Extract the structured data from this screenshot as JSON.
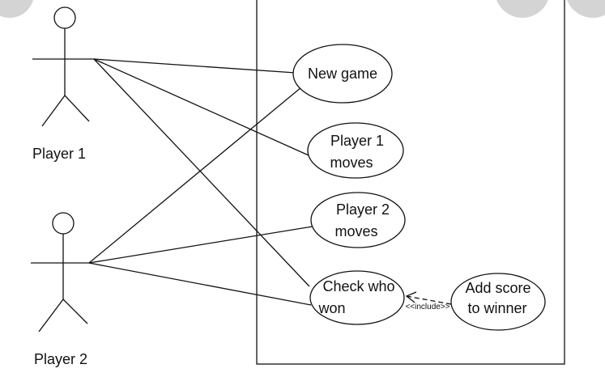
{
  "actors": [
    {
      "id": "player1",
      "label": "Player 1"
    },
    {
      "id": "player2",
      "label": "Player 2"
    }
  ],
  "use_cases": [
    {
      "id": "new_game",
      "lines": [
        "New game"
      ]
    },
    {
      "id": "p1_moves",
      "lines": [
        "Player 1",
        "moves"
      ]
    },
    {
      "id": "p2_moves",
      "lines": [
        "Player 2",
        "moves"
      ]
    },
    {
      "id": "check_won",
      "lines": [
        "Check who",
        "won"
      ]
    },
    {
      "id": "add_score",
      "lines": [
        "Add score",
        "to winner"
      ]
    }
  ],
  "associations": [
    [
      "player1",
      "new_game"
    ],
    [
      "player1",
      "p1_moves"
    ],
    [
      "player1",
      "check_won"
    ],
    [
      "player2",
      "new_game"
    ],
    [
      "player2",
      "p2_moves"
    ],
    [
      "player2",
      "check_won"
    ]
  ],
  "include": {
    "from": "add_score",
    "to": "check_won",
    "label": "<<include>>"
  }
}
